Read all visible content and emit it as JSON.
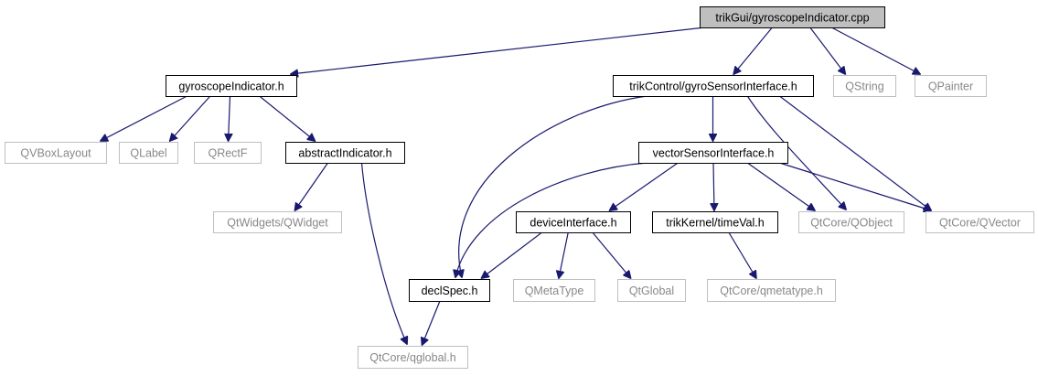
{
  "graph": {
    "nodes": [
      {
        "id": "root",
        "label": "trikGui/gyroscopeIndicator.cpp",
        "kind": "root"
      },
      {
        "id": "gyroH",
        "label": "gyroscopeIndicator.h",
        "kind": "documented"
      },
      {
        "id": "gyroSens",
        "label": "trikControl/gyroSensorInterface.h",
        "kind": "documented"
      },
      {
        "id": "qstring",
        "label": "QString",
        "kind": "external"
      },
      {
        "id": "qpainter",
        "label": "QPainter",
        "kind": "external"
      },
      {
        "id": "qvbox",
        "label": "QVBoxLayout",
        "kind": "external"
      },
      {
        "id": "qlabel",
        "label": "QLabel",
        "kind": "external"
      },
      {
        "id": "qrectf",
        "label": "QRectF",
        "kind": "external"
      },
      {
        "id": "absInd",
        "label": "abstractIndicator.h",
        "kind": "documented"
      },
      {
        "id": "vecSens",
        "label": "vectorSensorInterface.h",
        "kind": "documented"
      },
      {
        "id": "qwidget",
        "label": "QtWidgets/QWidget",
        "kind": "external"
      },
      {
        "id": "devIface",
        "label": "deviceInterface.h",
        "kind": "documented"
      },
      {
        "id": "timeVal",
        "label": "trikKernel/timeVal.h",
        "kind": "documented"
      },
      {
        "id": "qobject",
        "label": "QtCore/QObject",
        "kind": "external"
      },
      {
        "id": "qvector",
        "label": "QtCore/QVector",
        "kind": "external"
      },
      {
        "id": "declSpec",
        "label": "declSpec.h",
        "kind": "documented"
      },
      {
        "id": "qmetatype",
        "label": "QMetaType",
        "kind": "external"
      },
      {
        "id": "qglobalN",
        "label": "QtGlobal",
        "kind": "external"
      },
      {
        "id": "qmetah",
        "label": "QtCore/qmetatype.h",
        "kind": "external"
      },
      {
        "id": "qglobalh",
        "label": "QtCore/qglobal.h",
        "kind": "external"
      }
    ],
    "edges": [
      {
        "from": "root",
        "to": "gyroH"
      },
      {
        "from": "root",
        "to": "gyroSens"
      },
      {
        "from": "root",
        "to": "qstring"
      },
      {
        "from": "root",
        "to": "qpainter"
      },
      {
        "from": "gyroH",
        "to": "qvbox"
      },
      {
        "from": "gyroH",
        "to": "qlabel"
      },
      {
        "from": "gyroH",
        "to": "qrectf"
      },
      {
        "from": "gyroH",
        "to": "absInd"
      },
      {
        "from": "absInd",
        "to": "qwidget"
      },
      {
        "from": "absInd",
        "to": "qglobalh"
      },
      {
        "from": "gyroSens",
        "to": "vecSens"
      },
      {
        "from": "gyroSens",
        "to": "declSpec"
      },
      {
        "from": "gyroSens",
        "to": "qobject"
      },
      {
        "from": "gyroSens",
        "to": "qvector"
      },
      {
        "from": "vecSens",
        "to": "devIface"
      },
      {
        "from": "vecSens",
        "to": "timeVal"
      },
      {
        "from": "vecSens",
        "to": "qobject"
      },
      {
        "from": "vecSens",
        "to": "qvector"
      },
      {
        "from": "vecSens",
        "to": "declSpec"
      },
      {
        "from": "devIface",
        "to": "declSpec"
      },
      {
        "from": "devIface",
        "to": "qmetatype"
      },
      {
        "from": "devIface",
        "to": "qglobalN"
      },
      {
        "from": "timeVal",
        "to": "qmetah"
      },
      {
        "from": "declSpec",
        "to": "qglobalh"
      }
    ],
    "colors": {
      "edge": "#191970",
      "root_fill": "#bfbfbf",
      "documented_border": "#000000",
      "external_border": "#bfbfbf",
      "external_text": "#888888"
    }
  }
}
